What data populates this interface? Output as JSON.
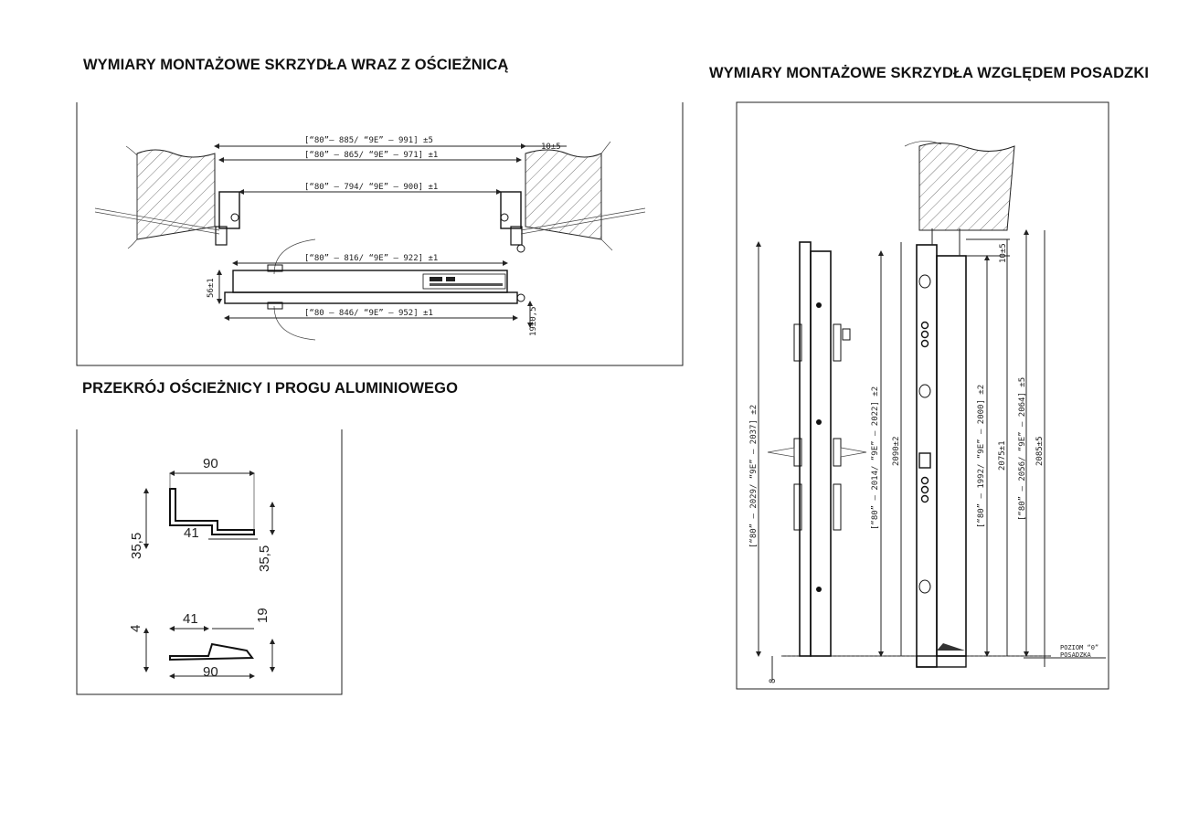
{
  "headings": {
    "frame_with_leaf": "WYMIARY MONTAŻOWE SKRZYDŁA WRAZ Z OŚCIEŻNICĄ",
    "relative_to_floor": "WYMIARY MONTAŻOWE SKRZYDŁA WZGLĘDEM POSADZKI",
    "section": "PRZEKRÓJ OŚCIEŻNICY I PROGU ALUMINIOWEGO"
  },
  "plan_view": {
    "dim_outer": "[“80”– 885/ “9E” – 991] ±5",
    "dim_frame": "[“80” – 865/ “9E” – 971] ±1",
    "dim_gap": "10±5",
    "dim_clear": "[“80” – 794/ “9E” – 900] ±1",
    "dim_leaf": "[“80” – 816/ “9E” – 922] ±1",
    "dim_thickness": "56±1",
    "dim_leaf_outer": "[“80 – 846/ “9E” – 952] ±1",
    "dim_threshold": "19±0,5"
  },
  "section_view": {
    "frame_width": "90",
    "frame_depth_left": "35,5",
    "frame_inner": "41",
    "frame_depth_right": "35,5",
    "sill_height_left": "4",
    "sill_inner": "41",
    "sill_height_right": "19",
    "sill_width": "90"
  },
  "elevation_view": {
    "dim_leaf_height": "[“80” – 2029/ “9E” – 2037] ±2",
    "dim_leaf_inner": "[“80” – 2014/ “9E” – 2022] ±2",
    "dim_total": "2090±2",
    "dim_clear_height": "[“80” – 1992/ “9E” – 2000] ±2",
    "dim_frame_height": "2075±1",
    "dim_outer_height": "[“80” – 2056/ “9E” – 2064] ±5",
    "dim_opening": "2085±5",
    "dim_top_gap": "10±5",
    "dim_floor": "8",
    "floor_label_1": "POZIOM “0”",
    "floor_label_2": "POSADZKA"
  }
}
